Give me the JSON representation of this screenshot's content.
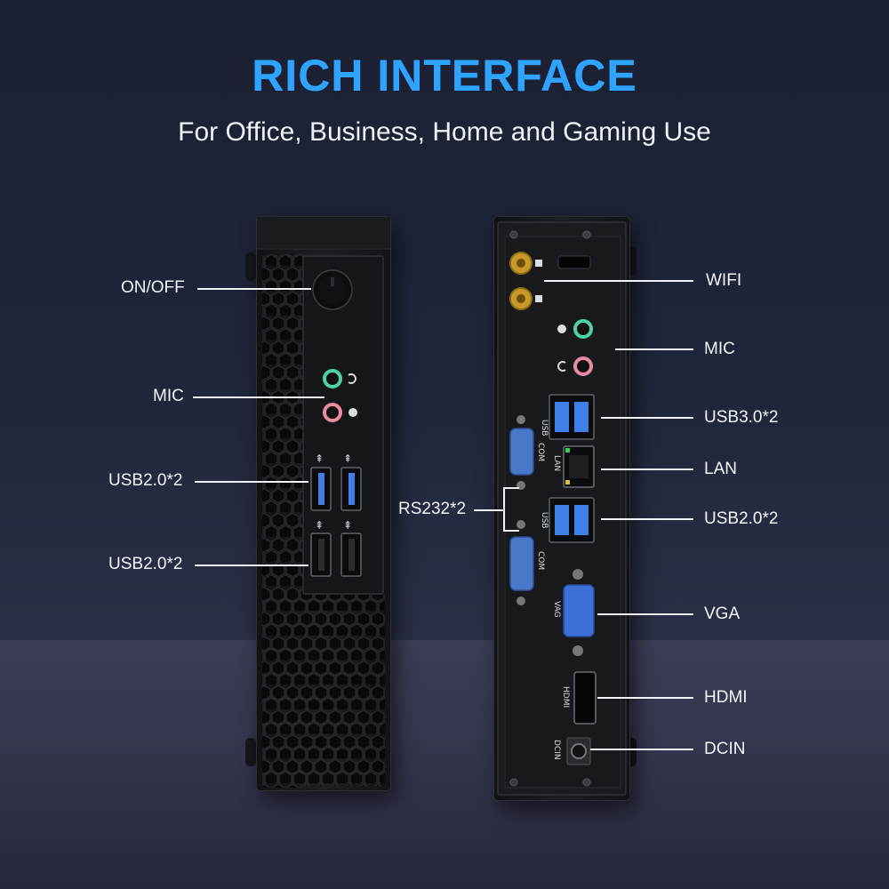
{
  "heading": {
    "title": "RICH INTERFACE",
    "subtitle": "For Office, Business, Home and Gaming Use"
  },
  "front_labels": {
    "on_off": "ON/OFF",
    "mic": "MIC",
    "usb_a": "USB2.0*2",
    "usb_b": "USB2.0*2"
  },
  "rear_labels": {
    "wifi": "WIFI",
    "mic": "MIC",
    "usb3": "USB3.0*2",
    "lan": "LAN",
    "usb2": "USB2.0*2",
    "vga": "VGA",
    "hdmi": "HDMI",
    "dcin": "DCIN",
    "rs232": "RS232*2"
  },
  "panel_print": {
    "usb": "USB",
    "com": "COM",
    "lan": "LAN",
    "vag": "VAG",
    "hdmi": "HDMI",
    "dcin": "DCIN"
  },
  "colors": {
    "title_blue": "#2ea3ff",
    "usb3_blue": "#3f7fe8",
    "vga_blue": "#3d6fd6",
    "com_blue": "#4a78c9",
    "antenna_gold": "#c99a2a",
    "audio_green": "#4fd1a8",
    "audio_pink": "#e88aa0"
  }
}
